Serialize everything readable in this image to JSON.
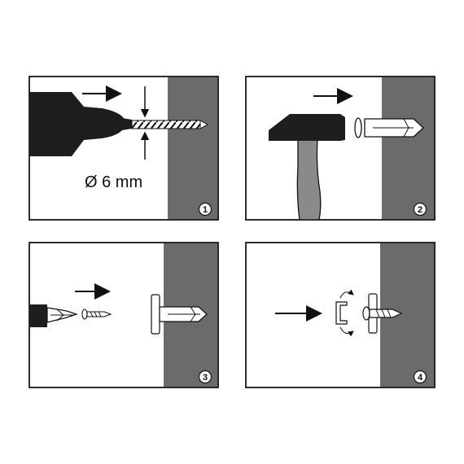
{
  "steps": [
    {
      "number": "1",
      "dimension_label": "Ø 6 mm"
    },
    {
      "number": "2"
    },
    {
      "number": "3"
    },
    {
      "number": "4"
    }
  ],
  "colors": {
    "wall": "#6b6b6b",
    "tool_dark": "#1e1e1e",
    "hammer_handle": "#8a8a8a",
    "outline": "#111111",
    "background": "#ffffff"
  },
  "icons": [
    "drill-icon",
    "hammer-icon",
    "screwdriver-icon",
    "wall-plug-icon",
    "screw-icon",
    "bracket-icon",
    "arrow-icon"
  ]
}
